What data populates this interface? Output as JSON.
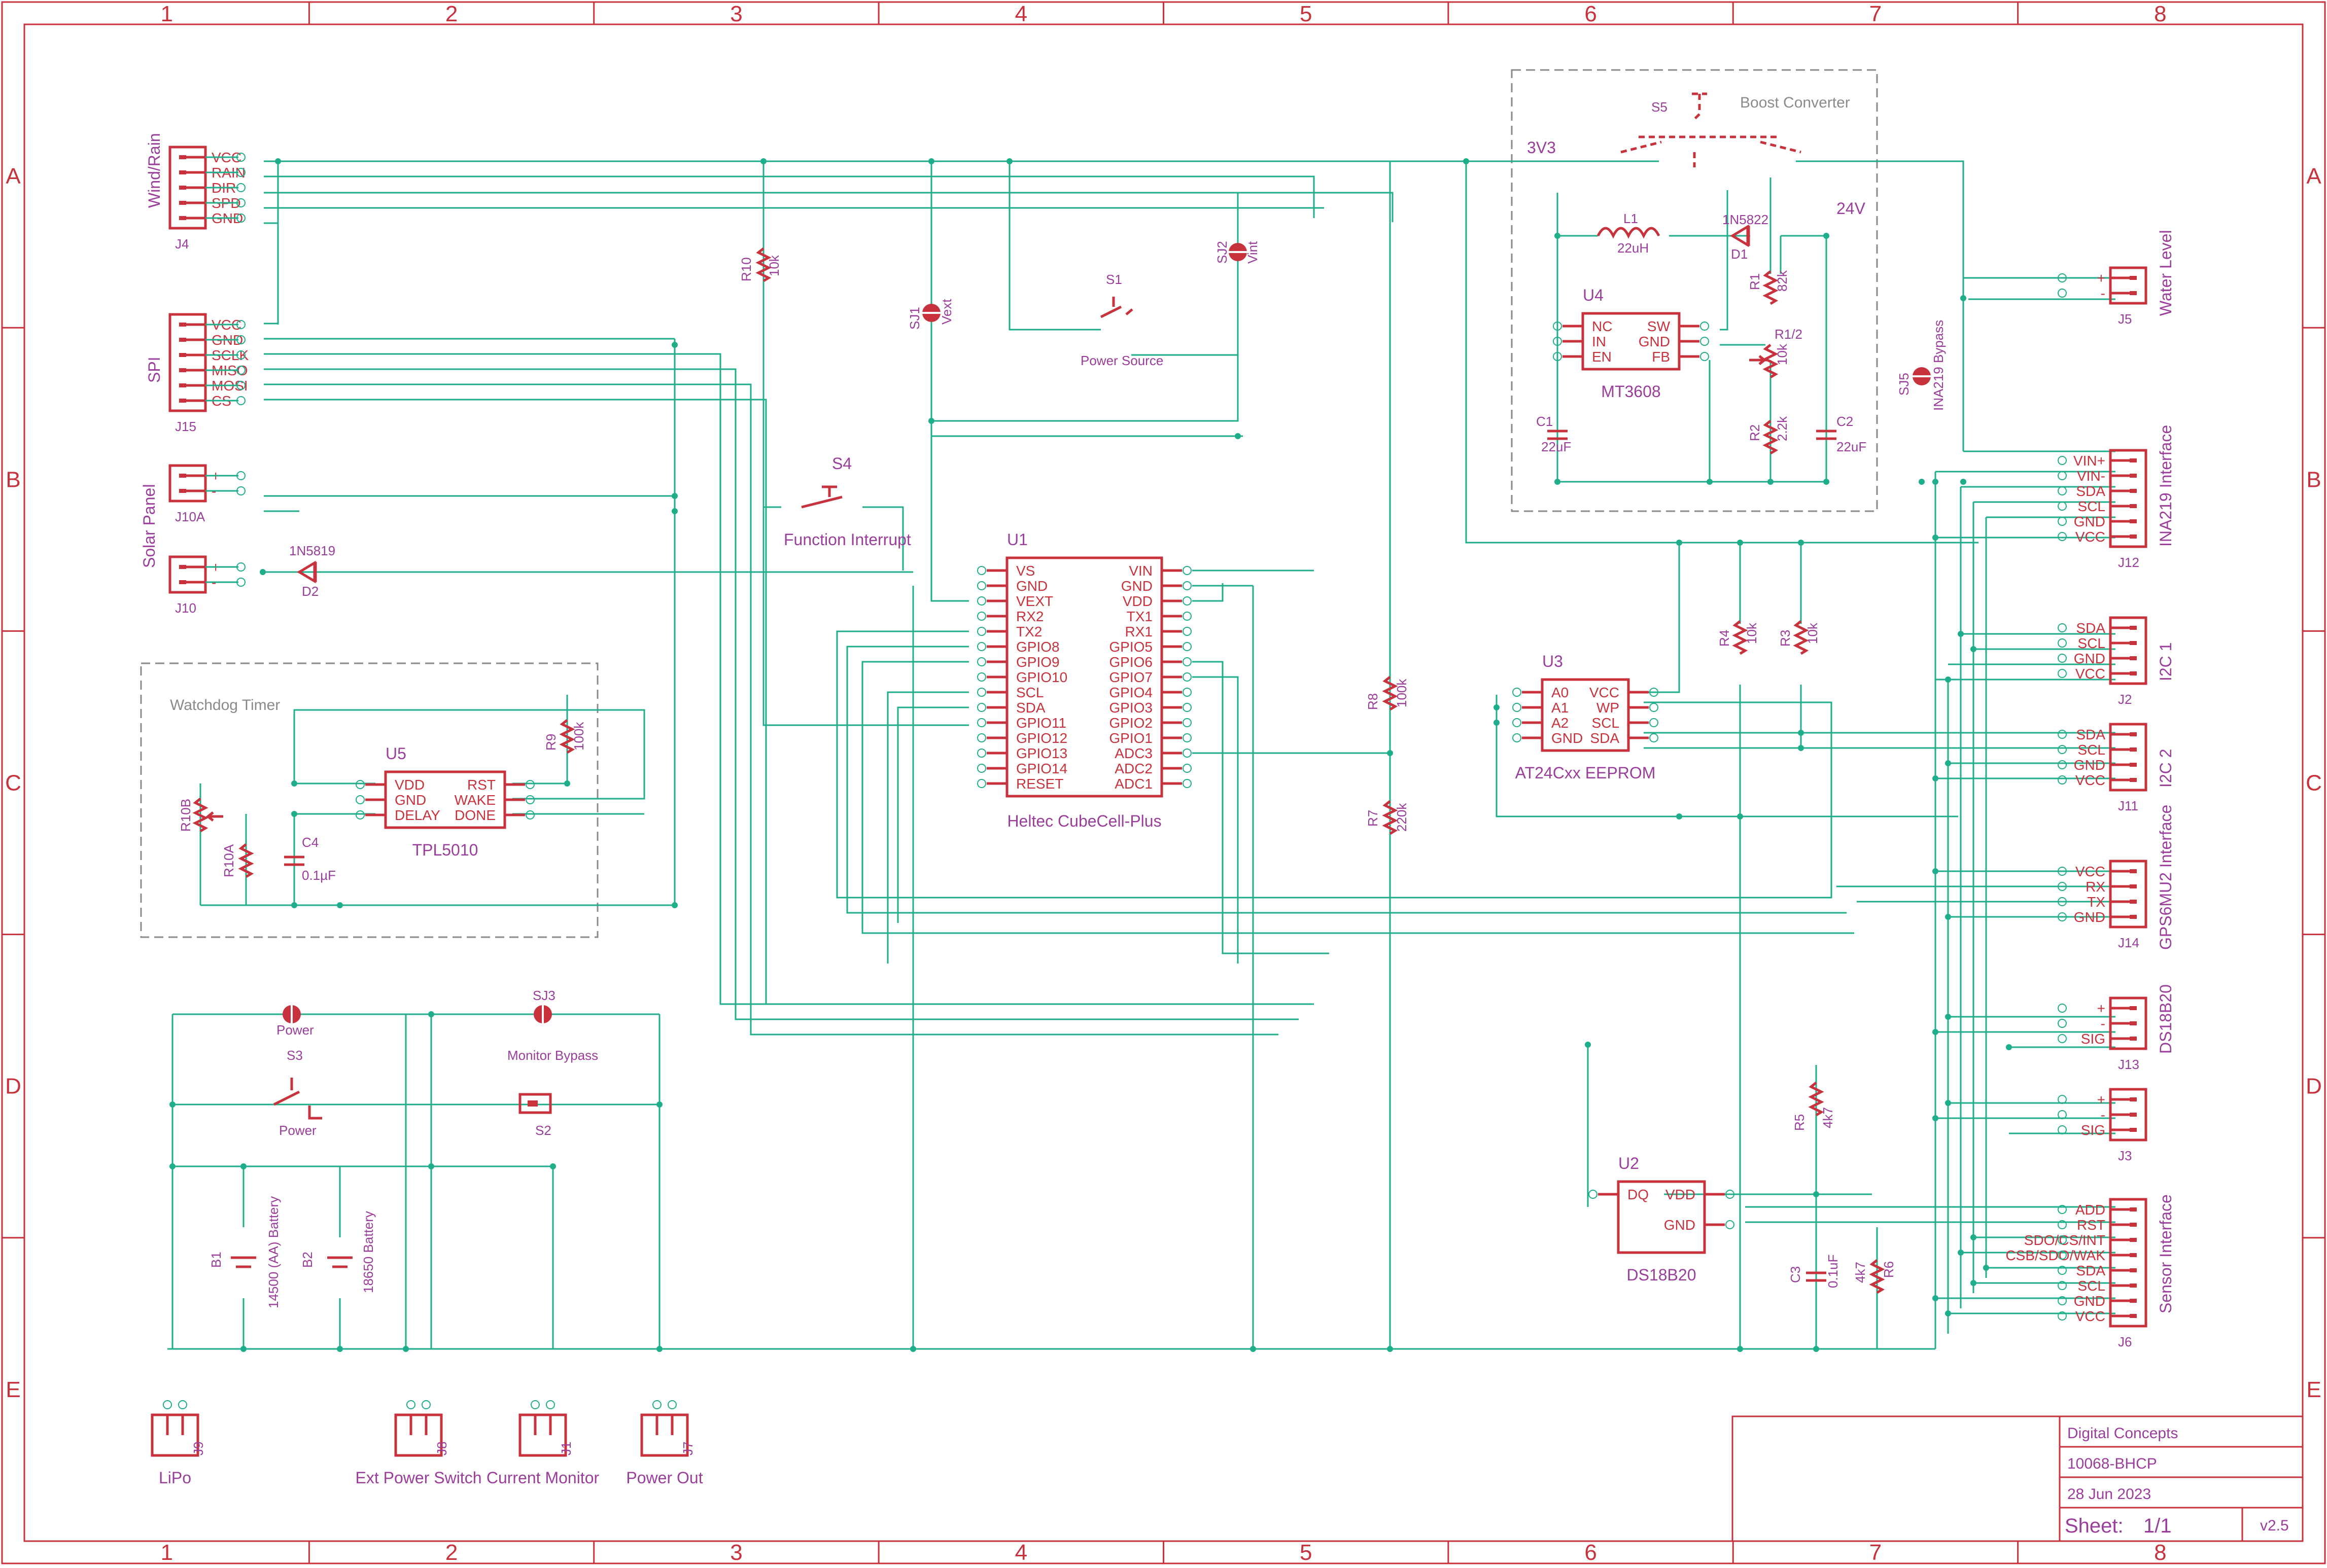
{
  "frame": {
    "columns": [
      "1",
      "2",
      "3",
      "4",
      "5",
      "6",
      "7",
      "8"
    ],
    "rows": [
      "A",
      "B",
      "C",
      "D",
      "E"
    ]
  },
  "title_block": {
    "company": "Digital Concepts",
    "part": "10068-BHCP",
    "date": "28 Jun 2023",
    "sheet_label": "Sheet:",
    "sheet_value": "1/1",
    "version": "v2.5"
  },
  "groups": {
    "watchdog": "Watchdog Timer",
    "boost": "Boost Converter"
  },
  "connectors": {
    "J4": {
      "ref": "J4",
      "title": "Wind/Rain",
      "pins": [
        "VCC",
        "RAIN",
        "DIR",
        "SPD",
        "GND"
      ]
    },
    "J15": {
      "ref": "J15",
      "title": "SPI",
      "pins": [
        "VCC",
        "GND",
        "SCLK",
        "MISO",
        "MOSI",
        "CS"
      ]
    },
    "J10A": {
      "ref": "J10A",
      "pins": [
        "+",
        "-"
      ]
    },
    "J10": {
      "ref": "J10",
      "pins": [
        "+",
        "-"
      ]
    },
    "solar_title": "Solar Panel",
    "J5": {
      "ref": "J5",
      "title": "Water Level",
      "pins": [
        "+",
        "-"
      ]
    },
    "J12": {
      "ref": "J12",
      "title": "INA219 Interface",
      "pins": [
        "VIN+",
        "VIN-",
        "SDA",
        "SCL",
        "GND",
        "VCC"
      ]
    },
    "J2": {
      "ref": "J2",
      "title": "I2C 1",
      "pins": [
        "SDA",
        "SCL",
        "GND",
        "VCC"
      ]
    },
    "J11": {
      "ref": "J11",
      "title": "I2C 2",
      "pins": [
        "SDA",
        "SCL",
        "GND",
        "VCC"
      ]
    },
    "J14": {
      "ref": "J14",
      "title": "GPS6MU2 Interface",
      "pins": [
        "VCC",
        "RX",
        "TX",
        "GND"
      ]
    },
    "J13": {
      "ref": "J13",
      "title": "DS18B20",
      "pins": [
        "+",
        "-",
        "SIG"
      ]
    },
    "J3": {
      "ref": "J3",
      "pins": [
        "+",
        "-",
        "SIG"
      ]
    },
    "J6": {
      "ref": "J6",
      "title": "Sensor Interface",
      "pins": [
        "ADD",
        "RST",
        "SDO/CS/INT",
        "CSB/SDO/WAK",
        "SDA",
        "SCL",
        "GND",
        "VCC"
      ]
    },
    "J9": {
      "ref": "J9",
      "title": "LiPo"
    },
    "J8": {
      "ref": "J8",
      "title": "Ext Power Switch"
    },
    "J1": {
      "ref": "J1",
      "title": "Current Monitor"
    },
    "J7": {
      "ref": "J7",
      "title": "Power Out"
    }
  },
  "chips": {
    "U1": {
      "ref": "U1",
      "name": "Heltec CubeCell-Plus",
      "left": [
        "VS",
        "GND",
        "VEXT",
        "RX2",
        "TX2",
        "GPIO8",
        "GPIO9",
        "GPIO10",
        "SCL",
        "SDA",
        "GPIO11",
        "GPIO12",
        "GPIO13",
        "GPIO14",
        "RESET"
      ],
      "right": [
        "VIN",
        "GND",
        "VDD",
        "TX1",
        "RX1",
        "GPIO5",
        "GPIO6",
        "GPIO7",
        "GPIO4",
        "GPIO3",
        "GPIO2",
        "GPIO1",
        "ADC3",
        "ADC2",
        "ADC1"
      ]
    },
    "U3": {
      "ref": "U3",
      "name": "AT24Cxx EEPROM",
      "left": [
        "A0",
        "A1",
        "A2",
        "GND"
      ],
      "right": [
        "VCC",
        "WP",
        "SCL",
        "SDA"
      ]
    },
    "U4": {
      "ref": "U4",
      "name": "MT3608",
      "left": [
        "NC",
        "IN",
        "EN"
      ],
      "right": [
        "SW",
        "GND",
        "FB"
      ]
    },
    "U5": {
      "ref": "U5",
      "name": "TPL5010",
      "left": [
        "VDD",
        "GND",
        "DELAY"
      ],
      "right": [
        "RST",
        "WAKE",
        "DONE"
      ]
    },
    "U2": {
      "ref": "U2",
      "name": "DS18B20",
      "left": [
        "DQ"
      ],
      "right": [
        "VDD",
        "GND"
      ]
    }
  },
  "parts": {
    "R10": {
      "ref": "R10",
      "value": "10k"
    },
    "R8": {
      "ref": "R8",
      "value": "100k"
    },
    "R7": {
      "ref": "R7",
      "value": "220k"
    },
    "R9": {
      "ref": "R9",
      "value": "100k"
    },
    "R10B": {
      "ref": "R10B",
      "value": ""
    },
    "R10A": {
      "ref": "R10A",
      "value": ""
    },
    "R4": {
      "ref": "R4",
      "value": "10k"
    },
    "R3": {
      "ref": "R3",
      "value": "10k"
    },
    "R1": {
      "ref": "R1",
      "value": "82k"
    },
    "R1_2": {
      "ref": "R1/2",
      "value": "10k"
    },
    "R2": {
      "ref": "R2",
      "value": "2.2k"
    },
    "R5": {
      "ref": "R5",
      "value": "4k7"
    },
    "R6": {
      "ref": "R6",
      "value": "4k7"
    },
    "C4": {
      "ref": "C4",
      "value": "0.1µF"
    },
    "C1": {
      "ref": "C1",
      "value": "22uF"
    },
    "C2": {
      "ref": "C2",
      "value": "22uF"
    },
    "C3": {
      "ref": "C3",
      "value": "0.1uF"
    },
    "L1": {
      "ref": "L1",
      "value": "22uH"
    },
    "D1": {
      "ref": "D1",
      "value": "1N5822"
    },
    "D2": {
      "ref": "D2",
      "value": "1N5819"
    },
    "B1": {
      "ref": "B1",
      "value": "14500 (AA) Battery"
    },
    "B2": {
      "ref": "B2",
      "value": "18650 Battery"
    },
    "S1": {
      "ref": "S1",
      "value": "Power Source"
    },
    "S3": {
      "ref": "S3",
      "value": "Power"
    },
    "S4": {
      "ref": "S4",
      "value": "Function Interrupt"
    },
    "S5": {
      "ref": "S5",
      "value": ""
    },
    "S2": {
      "ref": "S2",
      "value": ""
    },
    "SJ1": {
      "ref": "SJ1",
      "value": "Vext"
    },
    "SJ2": {
      "ref": "SJ2",
      "value": "Vint"
    },
    "SJ3": {
      "ref": "SJ3",
      "value": "Monitor Bypass"
    },
    "SJ5": {
      "ref": "SJ5",
      "value": "INA219 Bypass"
    },
    "SJ_power": {
      "ref": "",
      "value": "Power"
    }
  },
  "net_labels": {
    "v3v3": "3V3",
    "v24": "24V"
  }
}
